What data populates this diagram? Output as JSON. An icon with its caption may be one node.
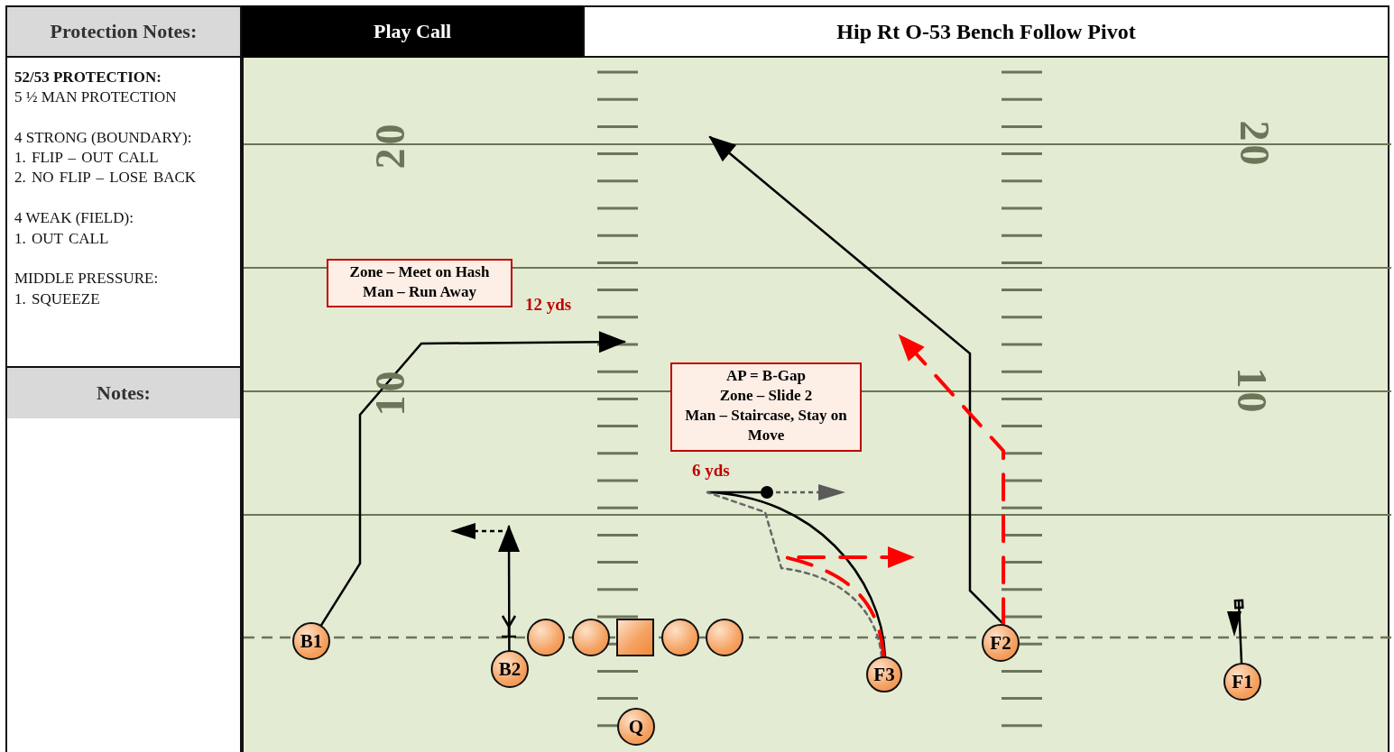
{
  "diagram": {
    "title": "Hip Rt O-53 Bench Follow Pivot",
    "nodes": [
      {
        "text": [
          "Zone – Meet on Hash",
          "Man – Run Away"
        ]
      },
      {
        "text": [
          "AP = B-Gap",
          "Zone – Slide 2",
          "Man – Staircase, Stay on Move"
        ]
      },
      {
        "text": [
          "B1"
        ]
      },
      {
        "text": [
          "B2"
        ]
      },
      {
        "text": [],
        "shape": "circle"
      },
      {
        "text": [],
        "shape": "circle"
      },
      {
        "text": [],
        "shape": "box"
      },
      {
        "text": [],
        "shape": "circle"
      },
      {
        "text": [],
        "shape": "circle"
      },
      {
        "text": [
          "Q"
        ]
      },
      {
        "text": [
          "F3"
        ]
      },
      {
        "text": [
          "F2"
        ]
      },
      {
        "text": [
          "F1"
        ]
      }
    ],
    "edges": [
      {
        "from": 2,
        "to": null,
        "arrow": "to"
      },
      {
        "from": 3,
        "to": null,
        "arrow": "to"
      },
      {
        "from": 10,
        "to": null,
        "arrow": "other"
      },
      {
        "from": 10,
        "to": null,
        "arrow": "none",
        "style": "dashed",
        "color": "#666666"
      },
      {
        "from": 10,
        "to": null,
        "arrow": "to",
        "style": "dashed",
        "color": "#ff0000"
      },
      {
        "from": 11,
        "to": null,
        "arrow": "to"
      },
      {
        "from": 11,
        "to": null,
        "arrow": "to",
        "style": "dashed",
        "color": "#ff0000"
      },
      {
        "from": 12,
        "to": null,
        "arrow": "other"
      }
    ],
    "labels": [
      "Protection Notes:",
      "Play Call",
      "52/53 PROTECTION:",
      "5 ½ MAN PROTECTION",
      "4 STRONG (BOUNDARY):",
      "1. FLIP – OUT CALL",
      "2. NO FLIP – LOSE BACK",
      "4 WEAK (FIELD):",
      "1. OUT CALL",
      "MIDDLE PRESSURE:",
      "1. SQUEEZE",
      "Notes:",
      "20",
      "20",
      "12 yds",
      "10",
      "10",
      "6 yds"
    ]
  }
}
